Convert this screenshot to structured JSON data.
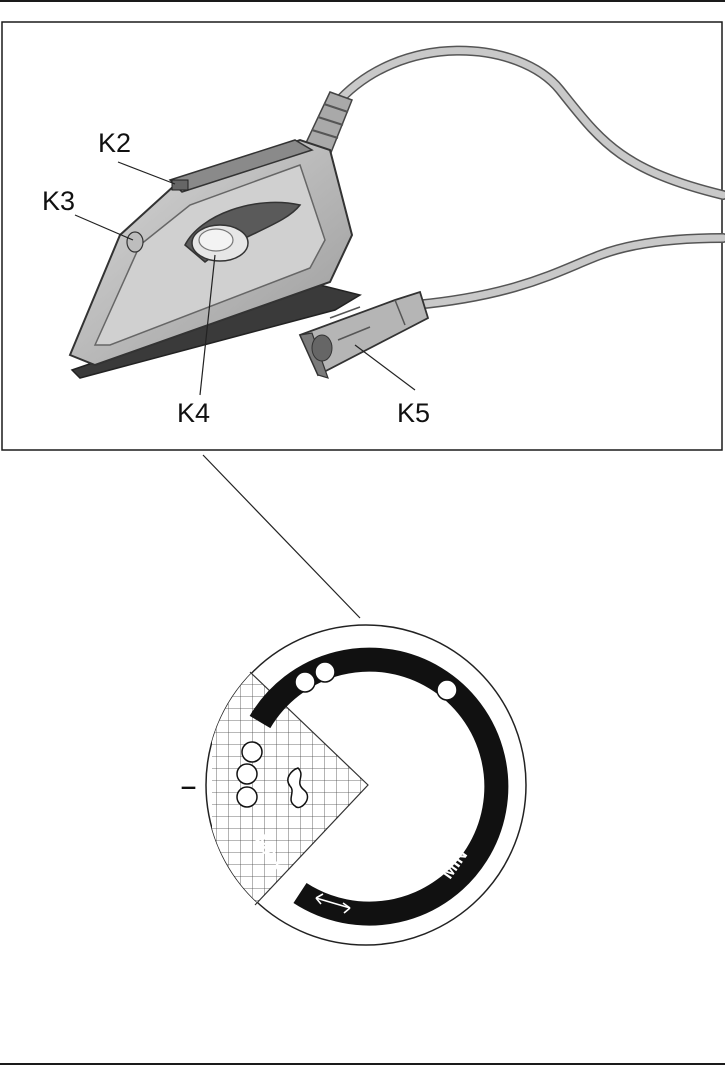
{
  "figure": {
    "callouts": {
      "k2": "K2",
      "k3": "K3",
      "k4": "K4",
      "k5": "K5"
    },
    "dial": {
      "max_label": "MAX",
      "min_label": "MIN",
      "minus_sign": "–"
    }
  }
}
